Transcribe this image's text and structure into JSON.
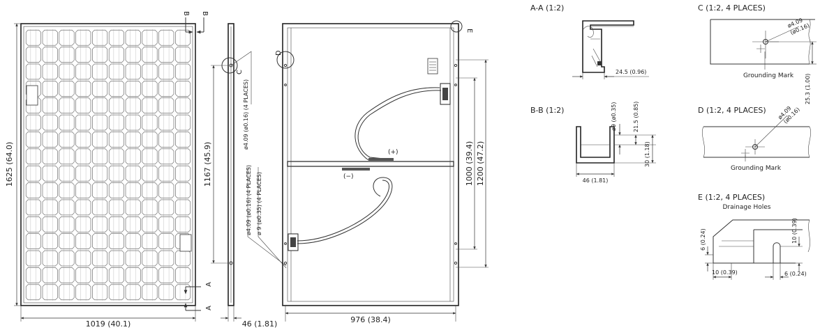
{
  "front_view": {
    "width_label": "1019 (40.1)",
    "height_label": "1625 (64.0)",
    "section_a_top": "A",
    "section_a_bottom": "A",
    "section_b_left": "B",
    "section_b_right": "B"
  },
  "side_view": {
    "detail_c_letter": "C",
    "depth_label": "46 (1.81)",
    "hole_spacing_label": "1167 (45.9)",
    "hole_top_label": "ø4.09 (ø0.16) (4 PLACES)",
    "hole_bottom_label_1": "ø4.09 (ø0.16) (4 PLACES)",
    "hole_bottom_label_2": "ø 9 (ø0.35) (4 PLACES)"
  },
  "back_view": {
    "width_label": "976 (38.4)",
    "detail_d_letter": "D",
    "detail_e_letter": "E",
    "dim_1000": "1000 (39.4)",
    "dim_1200": "1200 (47.2)",
    "plus_label": "(+)",
    "minus_label": "(−)"
  },
  "section_aa": {
    "title": "A-A (1:2)",
    "dim": "24.5 (0.96)"
  },
  "section_bb": {
    "title": "B-B (1:2)",
    "dim_width": "46 (1.81)",
    "dim_hole": "ø9 (ø0.35)",
    "dim_top": "21.5 (0.85)",
    "dim_height": "30 (1.18)"
  },
  "detail_c": {
    "title": "C (1:2, 4 PLACES)",
    "dia_1": "ø4.09",
    "dia_2": "(ø0.16)",
    "dim_right": "25.3 (1.00)",
    "caption": "Grounding Mark"
  },
  "detail_d": {
    "title": "D (1:2, 4 PLACES)",
    "dia_1": "ø4.09",
    "dia_2": "(ø0.16)",
    "caption": "Grounding Mark"
  },
  "detail_e": {
    "title": "E (1:2, 4 PLACES)",
    "subtitle": "Drainage Holes",
    "dim_left": "6 (0.24)",
    "dim_right": "10 (0.39)",
    "dim_bottom_left": "10 (0.39)",
    "dim_bottom_right": "6 (0.24)"
  }
}
